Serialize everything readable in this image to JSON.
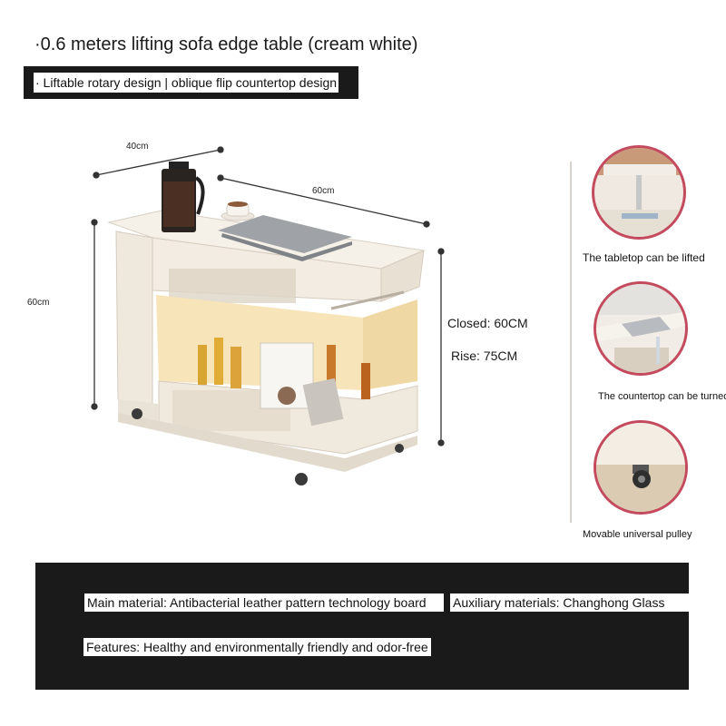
{
  "header": {
    "title": "·0.6 meters lifting sofa edge table (cream white)",
    "subtitle": "· Liftable rotary design | oblique flip countertop design"
  },
  "dimensions": {
    "depth": "40cm",
    "width": "60cm",
    "height": "60cm"
  },
  "specs": {
    "closed": "Closed: 60CM",
    "rise": "Rise: 75CM"
  },
  "features_side": [
    {
      "caption": "The tabletop can be lifted",
      "icon": "lift-detail-icon"
    },
    {
      "caption": "The countertop can be turned",
      "icon": "tilt-detail-icon"
    },
    {
      "caption": "Movable universal pulley",
      "icon": "caster-detail-icon"
    }
  ],
  "materials": {
    "main": "Main material: Antibacterial leather pattern technology board",
    "auxiliary": "Auxiliary materials: Changhong Glass",
    "features": "Features: Healthy and environmentally friendly and odor-free"
  },
  "colors": {
    "accent_ring": "#c44a5e",
    "cream": "#f3ede4",
    "dark_panel": "#1a1a1a"
  }
}
